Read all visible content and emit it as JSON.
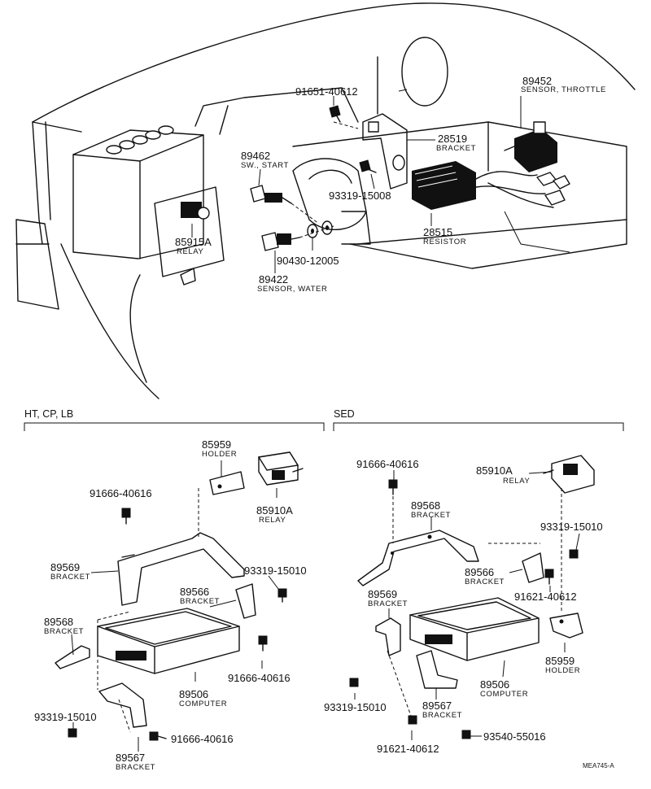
{
  "sections": {
    "left": "HT, CP, LB",
    "right": "SED"
  },
  "diagram_code": "MEA745-A",
  "parts": {
    "p89452": {
      "num": "89452",
      "name": "SENSOR, THROTTLE"
    },
    "p91651": {
      "num": "91651-40612"
    },
    "p28519": {
      "num": "28519",
      "name": "BRACKET"
    },
    "p89462": {
      "num": "89462",
      "name": "SW., START"
    },
    "p93319a": {
      "num": "93319-15008"
    },
    "p28515": {
      "num": "28515",
      "name": "RESISTOR"
    },
    "p85915": {
      "num": "85915A",
      "name": "RELAY"
    },
    "p90430": {
      "num": "90430-12005"
    },
    "p89422": {
      "num": "89422",
      "name": "SENSOR, WATER"
    },
    "l85959": {
      "num": "85959",
      "name": "HOLDER"
    },
    "l91666a": {
      "num": "91666-40616"
    },
    "l85910": {
      "num": "85910A",
      "name": "RELAY"
    },
    "l89569": {
      "num": "89569",
      "name": "BRACKET"
    },
    "l93319": {
      "num": "93319-15010"
    },
    "l89566": {
      "num": "89566",
      "name": "BRACKET"
    },
    "l89568": {
      "num": "89568",
      "name": "BRACKET"
    },
    "l91666b": {
      "num": "91666-40616"
    },
    "l89506": {
      "num": "89506",
      "name": "COMPUTER"
    },
    "l93319b": {
      "num": "93319-15010"
    },
    "l91666c": {
      "num": "91666-40616"
    },
    "l89567": {
      "num": "89567",
      "name": "BRACKET"
    },
    "r91666": {
      "num": "91666-40616"
    },
    "r85910": {
      "num": "85910A",
      "name": "RELAY"
    },
    "r89568": {
      "num": "89568",
      "name": "BRACKET"
    },
    "r93319a": {
      "num": "93319-15010"
    },
    "r89566": {
      "num": "89566",
      "name": "BRACKET"
    },
    "r91621a": {
      "num": "91621-40612"
    },
    "r89569": {
      "num": "89569",
      "name": "BRACKET"
    },
    "r85959": {
      "num": "85959",
      "name": "HOLDER"
    },
    "r89506": {
      "num": "89506",
      "name": "COMPUTER"
    },
    "r93319b": {
      "num": "93319-15010"
    },
    "r89567": {
      "num": "89567",
      "name": "BRACKET"
    },
    "r91621b": {
      "num": "91621-40612"
    },
    "r93540": {
      "num": "93540-55016"
    }
  }
}
